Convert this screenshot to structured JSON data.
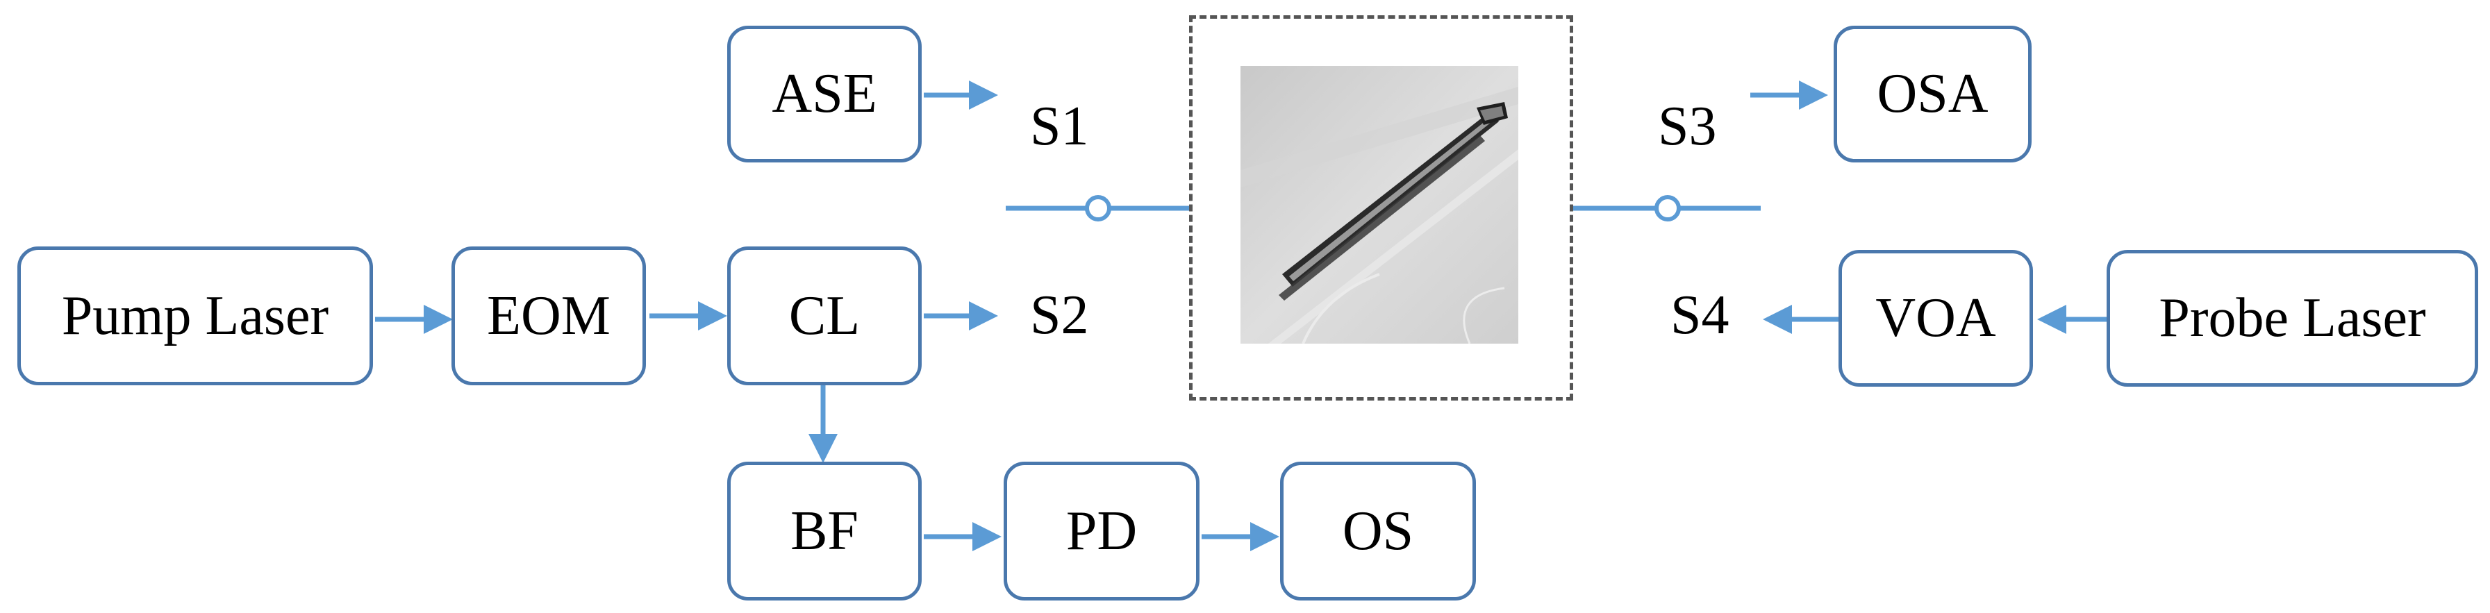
{
  "diagram": {
    "blocks": {
      "pump_laser": "Pump Laser",
      "eom": "EOM",
      "cl": "CL",
      "ase": "ASE",
      "bf": "BF",
      "pd": "PD",
      "os": "OS",
      "osa": "OSA",
      "voa": "VOA",
      "probe_laser": "Probe Laser"
    },
    "switch_labels": {
      "s1": "S1",
      "s2": "S2",
      "s3": "S3",
      "s4": "S4"
    },
    "colors": {
      "line": "#5b9bd5",
      "box_border": "#4a78ad",
      "dashed_frame": "#555555"
    }
  }
}
